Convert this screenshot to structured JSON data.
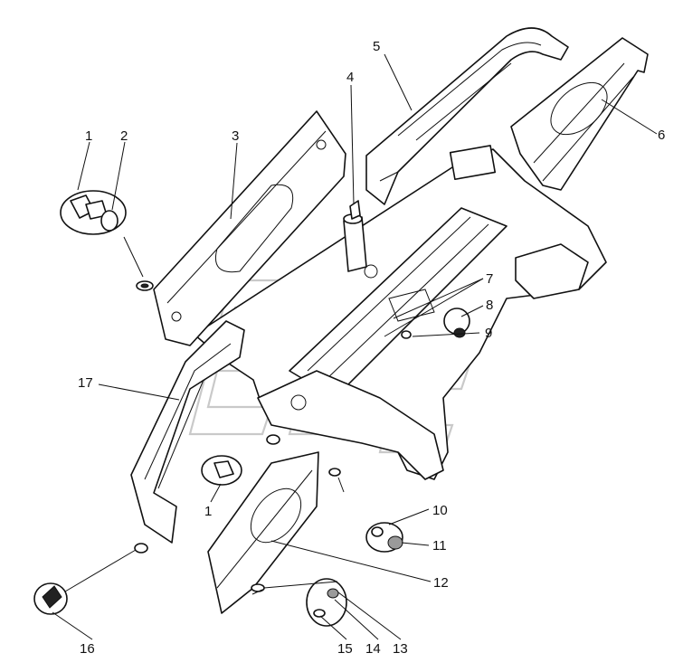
{
  "labels": [
    {
      "id": "1a",
      "text": "1"
    },
    {
      "id": "2",
      "text": "2"
    },
    {
      "id": "3",
      "text": "3"
    },
    {
      "id": "4",
      "text": "4"
    },
    {
      "id": "5",
      "text": "5"
    },
    {
      "id": "6",
      "text": "6"
    },
    {
      "id": "7",
      "text": "7"
    },
    {
      "id": "8",
      "text": "8"
    },
    {
      "id": "9",
      "text": "9"
    },
    {
      "id": "10",
      "text": "10"
    },
    {
      "id": "11",
      "text": "11"
    },
    {
      "id": "12",
      "text": "12"
    },
    {
      "id": "13",
      "text": "13"
    },
    {
      "id": "14",
      "text": "14"
    },
    {
      "id": "15",
      "text": "15"
    },
    {
      "id": "16",
      "text": "16"
    },
    {
      "id": "17",
      "text": "17"
    },
    {
      "id": "1b",
      "text": "1"
    }
  ],
  "colors": {
    "line": "#111111",
    "background": "#ffffff",
    "watermark": "#c9c9c9"
  }
}
